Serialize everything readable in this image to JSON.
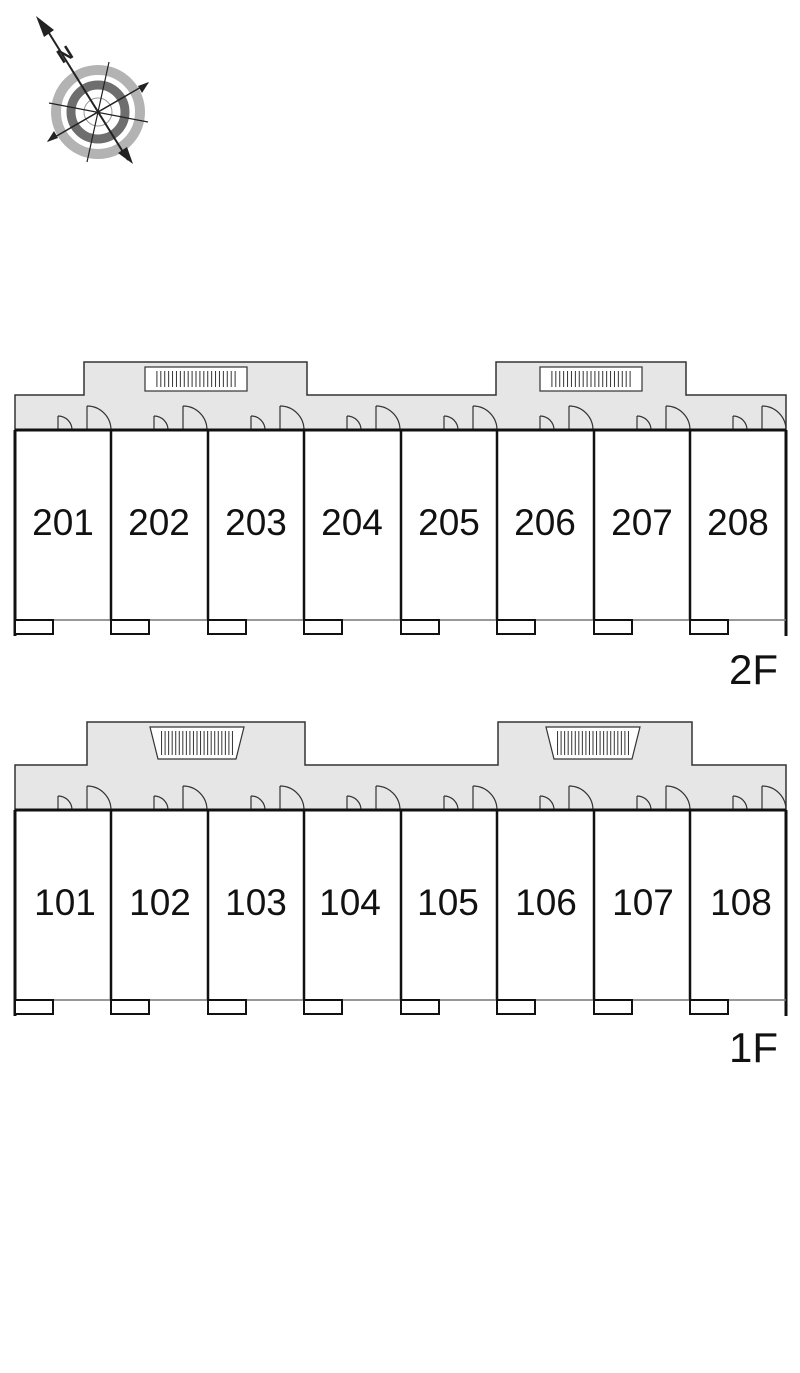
{
  "compass": {
    "north_label": "N",
    "icon": "compass-rose-icon",
    "rotation_deg": -30
  },
  "colors": {
    "corridor_fill": "#e6e6e6",
    "wall": "#111111",
    "compass_light": "#b0b0b0",
    "compass_dark": "#6e6e6e"
  },
  "floors": [
    {
      "id": "floor-2",
      "label": "2F",
      "rooms": [
        "201",
        "202",
        "203",
        "204",
        "205",
        "206",
        "207",
        "208"
      ]
    },
    {
      "id": "floor-1",
      "label": "1F",
      "rooms": [
        "101",
        "102",
        "103",
        "104",
        "105",
        "106",
        "107",
        "108"
      ]
    }
  ]
}
